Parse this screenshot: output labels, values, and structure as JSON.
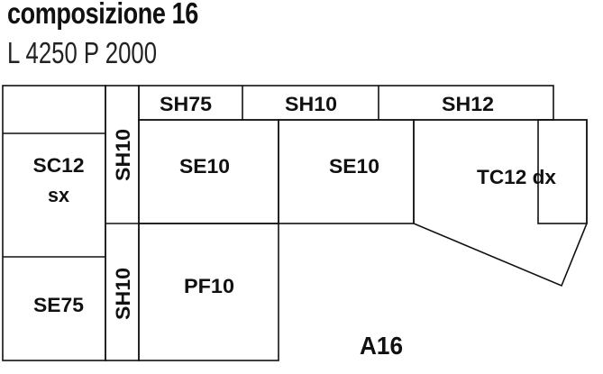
{
  "header": {
    "title": "composizione 16",
    "dimensions": "L 4250 P 2000"
  },
  "diagram": {
    "code": "A16",
    "modules": [
      {
        "id": "sh75",
        "label": "SH75"
      },
      {
        "id": "sh10-top",
        "label": "SH10"
      },
      {
        "id": "sh12",
        "label": "SH12"
      },
      {
        "id": "sc12-line1",
        "label": "SC12"
      },
      {
        "id": "sc12-line2",
        "label": "sx"
      },
      {
        "id": "sh10-vert-upper",
        "label": "SH10"
      },
      {
        "id": "se10-left",
        "label": "SE10"
      },
      {
        "id": "se10-right",
        "label": "SE10"
      },
      {
        "id": "tc12",
        "label": "TC12 dx"
      },
      {
        "id": "se75",
        "label": "SE75"
      },
      {
        "id": "sh10-vert-lower",
        "label": "SH10"
      },
      {
        "id": "pf10",
        "label": "PF10"
      }
    ]
  }
}
